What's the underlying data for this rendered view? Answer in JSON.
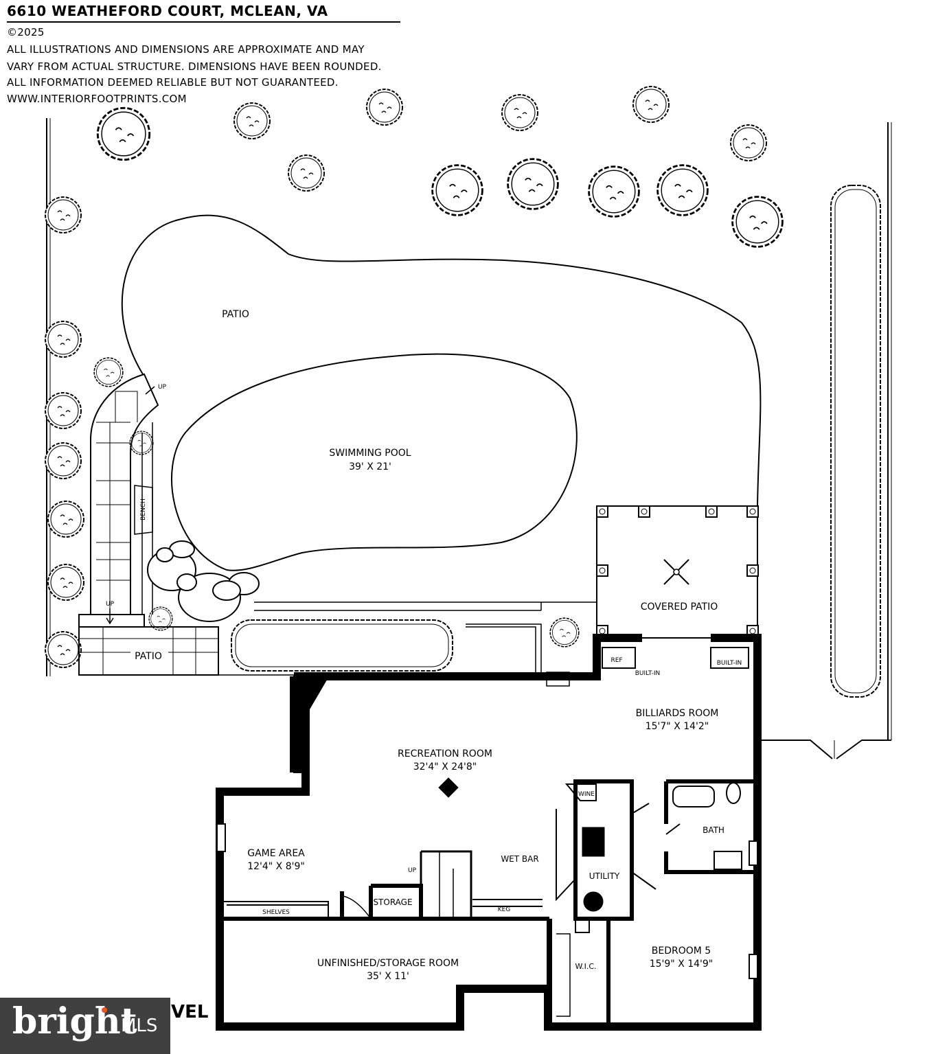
{
  "header": {
    "title": "6610 WEATHEFORD COURT, MCLEAN, VA",
    "copyright": "©2025",
    "disclaimer_lines": [
      "ALL ILLUSTRATIONS AND DIMENSIONS ARE APPROXIMATE AND MAY",
      "VARY FROM ACTUAL STRUCTURE. DIMENSIONS HAVE BEEN ROUNDED.",
      "ALL INFORMATION DEEMED RELIABLE BUT NOT GUARANTEED."
    ],
    "website": "WWW.INTERIORFOOTPRINTS.COM"
  },
  "outdoor": {
    "patio_upper": "PATIO",
    "pool_name": "SWIMMING POOL",
    "pool_dims": "39' X 21'",
    "covered_patio": "COVERED PATIO",
    "patio_lower": "PATIO",
    "bench": "BENCH",
    "up_upper": "UP",
    "up_lower": "UP"
  },
  "rooms": {
    "billiards_name": "BILLIARDS ROOM",
    "billiards_dims": "15'7\" X 14'2\"",
    "recreation_name": "RECREATION ROOM",
    "recreation_dims": "32'4\" X 24'8\"",
    "game_name": "GAME AREA",
    "game_dims": "12'4\" X 8'9\"",
    "unfinished_name": "UNFINISHED/STORAGE ROOM",
    "unfinished_dims": "35' X 11'",
    "bedroom_name": "BEDROOM 5",
    "bedroom_dims": "15'9\" X 14'9\"",
    "bath": "BATH",
    "utility": "UTILITY",
    "wet_bar": "WET BAR",
    "storage": "STORAGE",
    "wic": "W.I.C."
  },
  "fixtures": {
    "ref": "REF",
    "built_in_1": "BUILT-IN",
    "built_in_2": "BUILT-IN",
    "wine": "WINE",
    "keg": "KEG",
    "shelves": "SHELVES",
    "stairs_up": "UP"
  },
  "level_label_fragment": "VEL",
  "watermark": {
    "word": "bright",
    "suffix": "MLS",
    "accent_color": "#e25a2c",
    "background_color": "#404040"
  }
}
